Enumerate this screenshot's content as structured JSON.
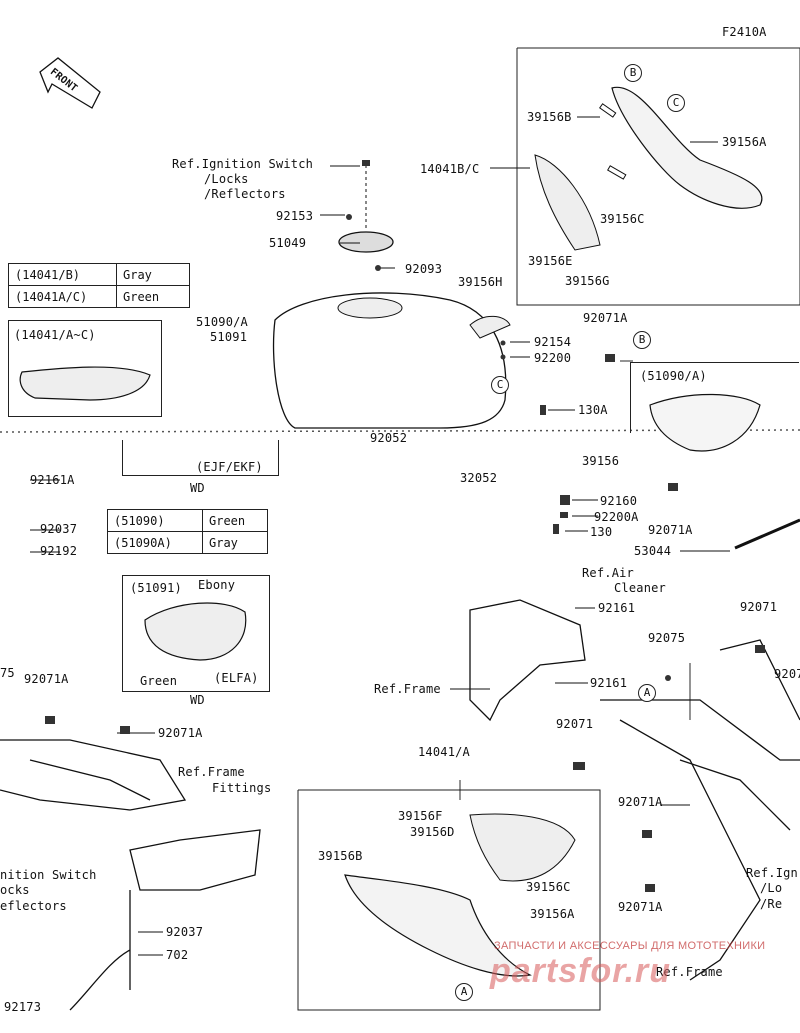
{
  "diagram_code": "F2410A",
  "front_label": "FRONT",
  "watermark": {
    "line1": "ЗАПЧАСТИ И АКСЕССУАРЫ ДЛЯ МОТОТЕХНИКИ",
    "line2": "partsfor.ru"
  },
  "labels": {
    "ref_ignition_top": "Ref.Ignition Switch",
    "locks_top": "/Locks",
    "reflectors_top": "/Reflectors",
    "p92153": "92153",
    "p51049": "51049",
    "p92093": "92093",
    "p14041bc": "14041B/C",
    "p39156b_top": "39156B",
    "p39156a_top": "39156A",
    "p39156c_top": "39156C",
    "p39156e": "39156E",
    "p39156g": "39156G",
    "p39156h": "39156H",
    "p51090a": "51090/A",
    "p51091": "51091",
    "p92154": "92154",
    "p92200": "92200",
    "p92071a_1": "92071A",
    "p130a": "130A",
    "p92052": "92052",
    "p39156_mid": "39156",
    "p32052": "32052",
    "p92160": "92160",
    "p92200a": "92200A",
    "p130": "130",
    "p92071a_2": "92071A",
    "p53044": "53044",
    "ref_air": "Ref.Air",
    "cleaner": "Cleaner",
    "p92161_1": "92161",
    "p92071_1": "92071",
    "p92075_1": "92075",
    "ref_frame_1": "Ref.Frame",
    "p92161_2": "92161",
    "p92071_2": "92071",
    "p14041a": "14041/A",
    "p39156f": "39156F",
    "p39156d": "39156D",
    "p39156b_bot": "39156B",
    "p39156c_bot": "39156C",
    "p39156a_bot": "39156A",
    "p92071a_3": "92071A",
    "p92071a_4": "92071A",
    "ref_frame_2": "Ref.Frame",
    "ref_ign_right": "Ref.Ign",
    "lo_right": "/Lo",
    "re_right": "/Re",
    "p92075_left": "75",
    "p92071a_left": "92071A",
    "p92071a_left2": "92071A",
    "ref_frame_fittings": "Ref.Frame",
    "fittings": "Fittings",
    "ignition_switch_left": "nition Switch",
    "locks_left": "ocks",
    "reflectors_left": "eflectors",
    "p92037_bot": "92037",
    "p702": "702",
    "p92173": "92173",
    "p92161a": "92161A",
    "p92037_top": "92037",
    "p92192": "92192",
    "ejf_ekf": "(EJF/EKF)",
    "wd1": "WD",
    "wd2": "WD",
    "p14041ac": "(14041/A~C)",
    "p51090a_box": "(51090/A)",
    "p51091_box": "(51091)",
    "ebony": "Ebony",
    "green_box": "Green",
    "elfa": "(ELFA)",
    "p92075_r": "9207",
    "circle_a": "A",
    "circle_b": "B",
    "circle_c": "C"
  },
  "color_table_1": [
    {
      "part": "(14041/B)",
      "color": "Gray"
    },
    {
      "part": "(14041A/C)",
      "color": "Green"
    }
  ],
  "color_table_2": [
    {
      "part": "(51090)",
      "color": "Green"
    },
    {
      "part": "(51090A)",
      "color": "Gray"
    }
  ],
  "colors": {
    "ink": "#111111",
    "watermark": "#d85b5b"
  }
}
